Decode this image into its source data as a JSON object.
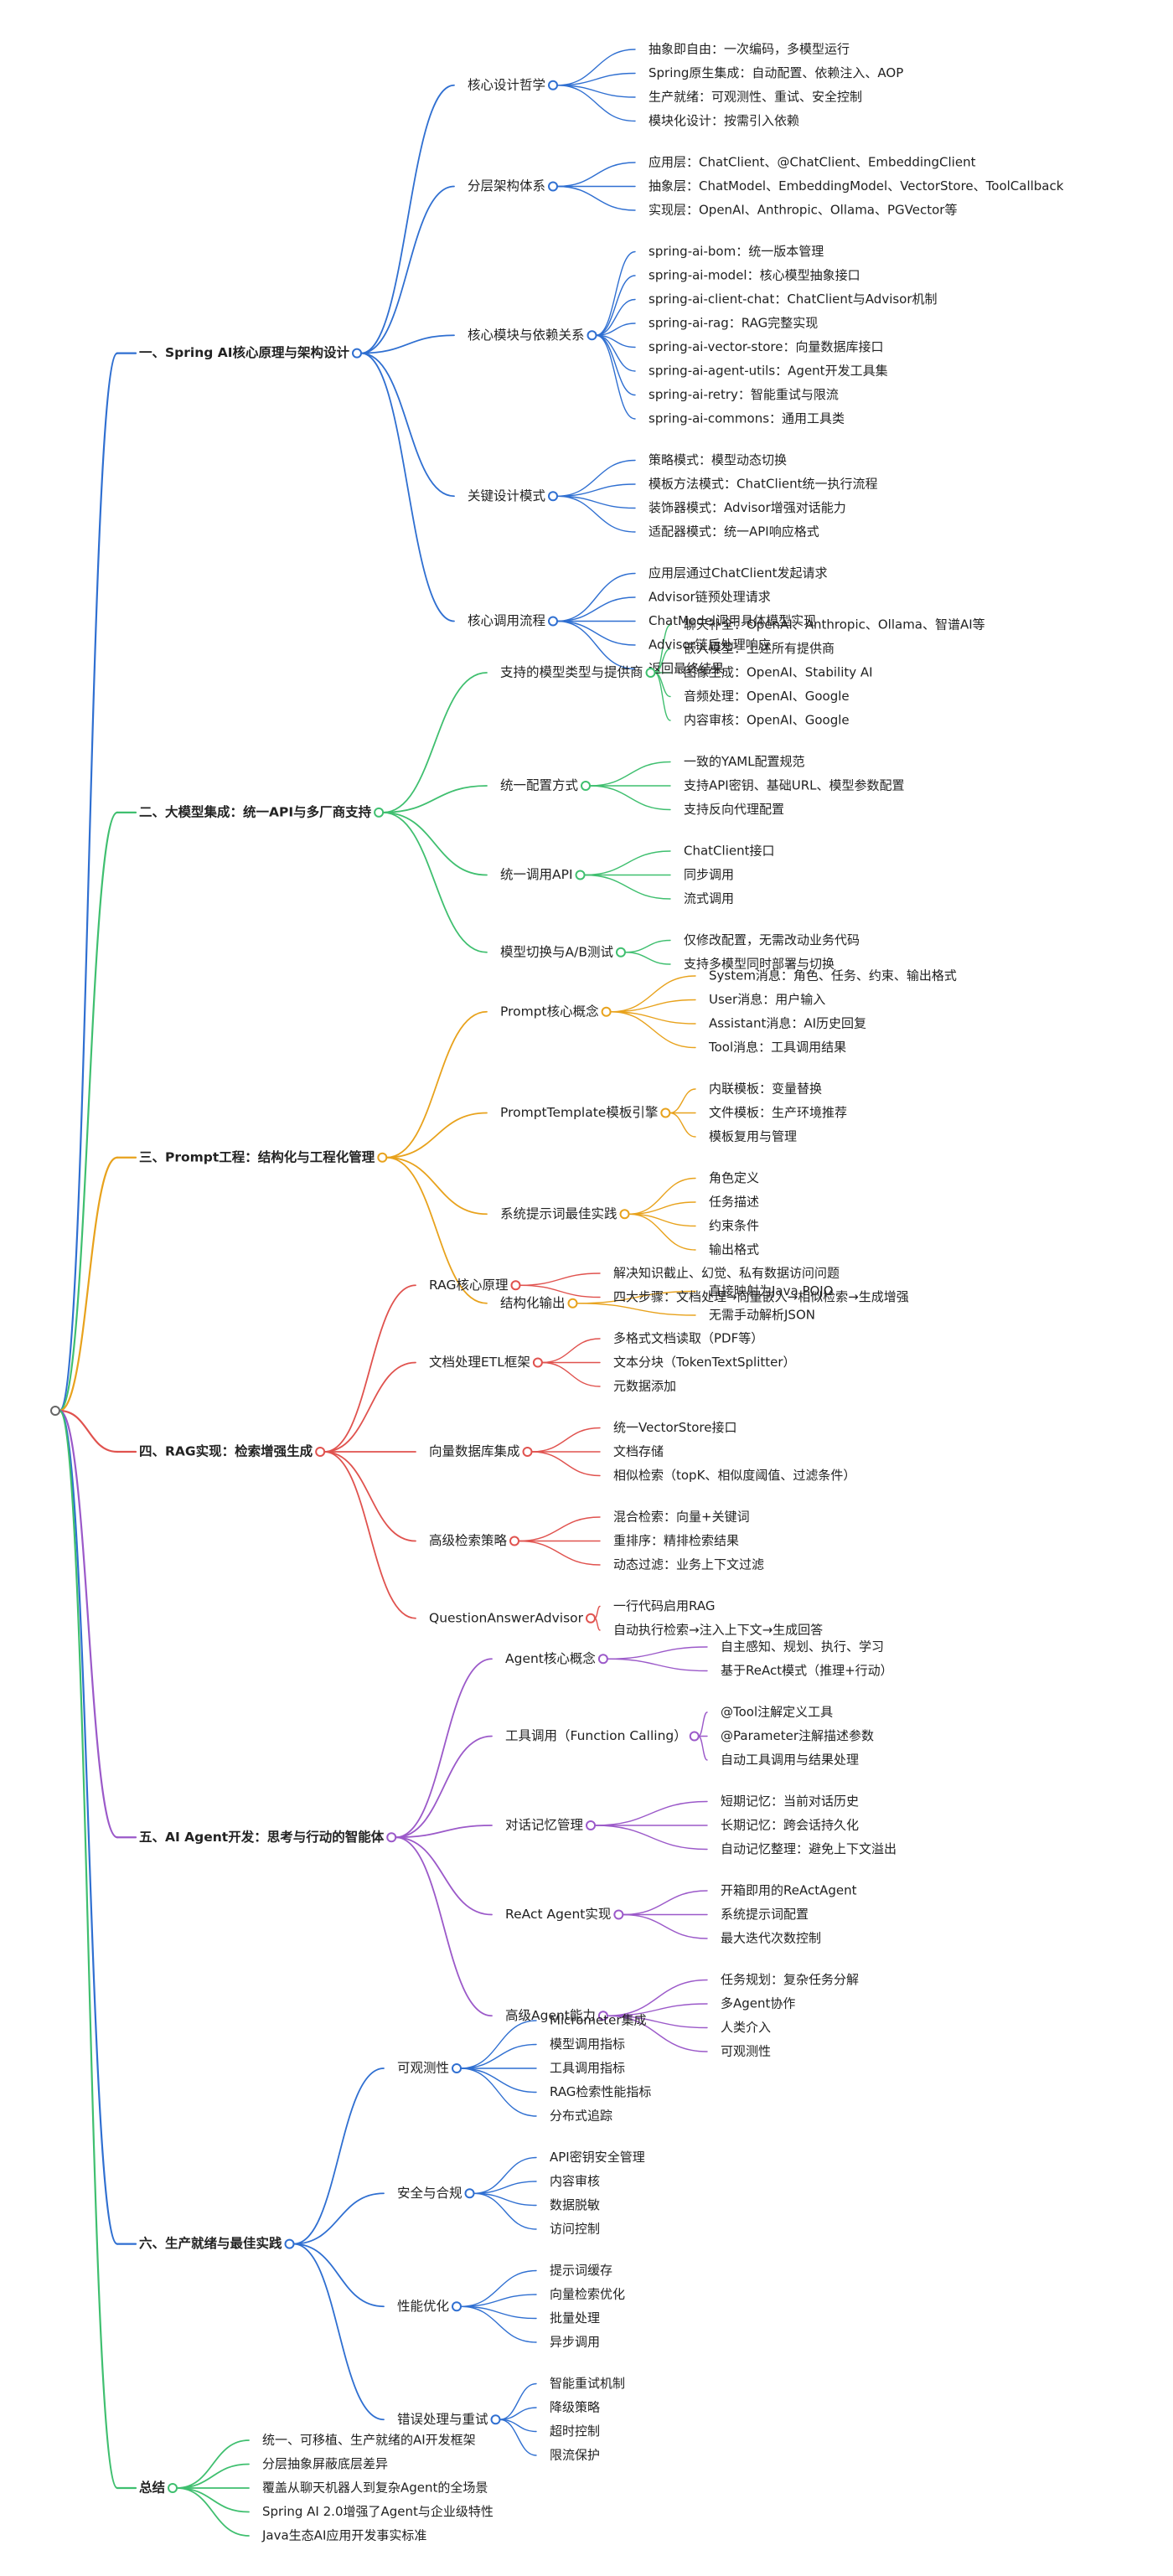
{
  "mindmap": {
    "branches": [
      {
        "label": "一、Spring AI核心原理与架构设计",
        "color": "#2f6fd1",
        "children": [
          {
            "label": "核心设计哲学",
            "children": [
              "抽象即自由：一次编码，多模型运行",
              "Spring原生集成：自动配置、依赖注入、AOP",
              "生产就绪：可观测性、重试、安全控制",
              "模块化设计：按需引入依赖"
            ]
          },
          {
            "label": "分层架构体系",
            "children": [
              "应用层：ChatClient、@ChatClient、EmbeddingClient",
              "抽象层：ChatModel、EmbeddingModel、VectorStore、ToolCallback",
              "实现层：OpenAI、Anthropic、Ollama、PGVector等"
            ]
          },
          {
            "label": "核心模块与依赖关系",
            "children": [
              "spring-ai-bom：统一版本管理",
              "spring-ai-model：核心模型抽象接口",
              "spring-ai-client-chat：ChatClient与Advisor机制",
              "spring-ai-rag：RAG完整实现",
              "spring-ai-vector-store：向量数据库接口",
              "spring-ai-agent-utils：Agent开发工具集",
              "spring-ai-retry：智能重试与限流",
              "spring-ai-commons：通用工具类"
            ]
          },
          {
            "label": "关键设计模式",
            "children": [
              "策略模式：模型动态切换",
              "模板方法模式：ChatClient统一执行流程",
              "装饰器模式：Advisor增强对话能力",
              "适配器模式：统一API响应格式"
            ]
          },
          {
            "label": "核心调用流程",
            "children": [
              "应用层通过ChatClient发起请求",
              "Advisor链预处理请求",
              "ChatModel调用具体模型实现",
              "Advisor链后处理响应",
              "返回最终结果"
            ]
          }
        ]
      },
      {
        "label": "二、大模型集成：统一API与多厂商支持",
        "color": "#3fbf6f",
        "children": [
          {
            "label": "支持的模型类型与提供商",
            "children": [
              "聊天补全：OpenAI、Anthropic、Ollama、智谱AI等",
              "嵌入模型：上述所有提供商",
              "图像生成：OpenAI、Stability AI",
              "音频处理：OpenAI、Google",
              "内容审核：OpenAI、Google"
            ]
          },
          {
            "label": "统一配置方式",
            "children": [
              "一致的YAML配置规范",
              "支持API密钥、基础URL、模型参数配置",
              "支持反向代理配置"
            ]
          },
          {
            "label": "统一调用API",
            "children": [
              "ChatClient接口",
              "同步调用",
              "流式调用"
            ]
          },
          {
            "label": "模型切换与A/B测试",
            "children": [
              "仅修改配置，无需改动业务代码",
              "支持多模型同时部署与切换"
            ]
          }
        ]
      },
      {
        "label": "三、Prompt工程：结构化与工程化管理",
        "color": "#e8a21c",
        "children": [
          {
            "label": "Prompt核心概念",
            "children": [
              "System消息：角色、任务、约束、输出格式",
              "User消息：用户输入",
              "Assistant消息：AI历史回复",
              "Tool消息：工具调用结果"
            ]
          },
          {
            "label": "PromptTemplate模板引擎",
            "children": [
              "内联模板：变量替换",
              "文件模板：生产环境推荐",
              "模板复用与管理"
            ]
          },
          {
            "label": "系统提示词最佳实践",
            "children": [
              "角色定义",
              "任务描述",
              "约束条件",
              "输出格式"
            ]
          },
          {
            "label": "结构化输出",
            "children": [
              "直接映射为Java POJO",
              "无需手动解析JSON"
            ]
          }
        ]
      },
      {
        "label": "四、RAG实现：检索增强生成",
        "color": "#e0524e",
        "children": [
          {
            "label": "RAG核心原理",
            "children": [
              "解决知识截止、幻觉、私有数据访问问题",
              "四大步骤：文档处理→向量嵌入→相似检索→生成增强"
            ]
          },
          {
            "label": "文档处理ETL框架",
            "children": [
              "多格式文档读取（PDF等）",
              "文本分块（TokenTextSplitter）",
              "元数据添加"
            ]
          },
          {
            "label": "向量数据库集成",
            "children": [
              "统一VectorStore接口",
              "文档存储",
              "相似检索（topK、相似度阈值、过滤条件）"
            ]
          },
          {
            "label": "高级检索策略",
            "children": [
              "混合检索：向量+关键词",
              "重排序：精排检索结果",
              "动态过滤：业务上下文过滤"
            ]
          },
          {
            "label": "QuestionAnswerAdvisor",
            "children": [
              "一行代码启用RAG",
              "自动执行检索→注入上下文→生成回答"
            ]
          }
        ]
      },
      {
        "label": "五、AI Agent开发：思考与行动的智能体",
        "color": "#9b59c9",
        "children": [
          {
            "label": "Agent核心概念",
            "children": [
              "自主感知、规划、执行、学习",
              "基于ReAct模式（推理+行动）"
            ]
          },
          {
            "label": "工具调用（Function Calling）",
            "children": [
              "@Tool注解定义工具",
              "@Parameter注解描述参数",
              "自动工具调用与结果处理"
            ]
          },
          {
            "label": "对话记忆管理",
            "children": [
              "短期记忆：当前对话历史",
              "长期记忆：跨会话持久化",
              "自动记忆整理：避免上下文溢出"
            ]
          },
          {
            "label": "ReAct Agent实现",
            "children": [
              "开箱即用的ReActAgent",
              "系统提示词配置",
              "最大迭代次数控制"
            ]
          },
          {
            "label": "高级Agent能力",
            "children": [
              "任务规划：复杂任务分解",
              "多Agent协作",
              "人类介入",
              "可观测性"
            ]
          }
        ]
      },
      {
        "label": "六、生产就绪与最佳实践",
        "color": "#2f6fd1",
        "children": [
          {
            "label": "可观测性",
            "children": [
              "Micrometer集成",
              "模型调用指标",
              "工具调用指标",
              "RAG检索性能指标",
              "分布式追踪"
            ]
          },
          {
            "label": "安全与合规",
            "children": [
              "API密钥安全管理",
              "内容审核",
              "数据脱敏",
              "访问控制"
            ]
          },
          {
            "label": "性能优化",
            "children": [
              "提示词缓存",
              "向量检索优化",
              "批量处理",
              "异步调用"
            ]
          },
          {
            "label": "错误处理与重试",
            "children": [
              "智能重试机制",
              "降级策略",
              "超时控制",
              "限流保护"
            ]
          }
        ]
      },
      {
        "label": "总结",
        "color": "#3fbf6f",
        "children": [
          {
            "label": "统一、可移植、生产就绪的AI开发框架"
          },
          {
            "label": "分层抽象屏蔽底层差异"
          },
          {
            "label": "覆盖从聊天机器人到复杂Agent的全场景"
          },
          {
            "label": "Spring AI 2.0增强了Agent与企业级特性"
          },
          {
            "label": "Java生态AI应用开发事实标准"
          }
        ]
      }
    ]
  }
}
